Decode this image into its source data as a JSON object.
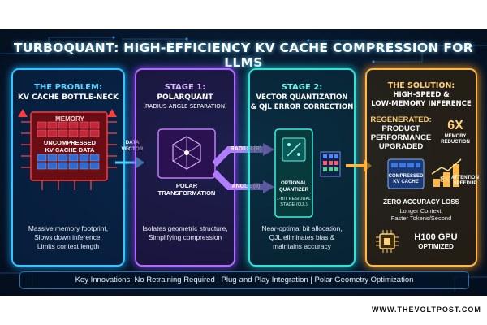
{
  "title": "TURBOQUANT: HIGH-EFFICIENCY KV CACHE COMPRESSION FOR LLMS",
  "panels": {
    "problem": {
      "heading1": "THE PROBLEM:",
      "heading2": "KV CACHE BOTTLE-NECK",
      "memory_label": "MEMORY",
      "cache_label1": "UNCOMPRESSED",
      "cache_label2": "KV CACHE DATA",
      "desc1": "Massive memory footprint,",
      "desc2": "Slows down inference,",
      "desc3": "Limits context length"
    },
    "stage1": {
      "heading1": "STAGE 1:",
      "heading2": "POLARQUANT",
      "heading3": "(RADIUS-ANGLE SEPARATION)",
      "box_label1": "POLAR",
      "box_label2": "TRANSFORMATION",
      "desc1": "Isolates geometric structure,",
      "desc2": "Simplifying compression"
    },
    "stage2": {
      "heading1": "STAGE 2:",
      "heading2": "VECTOR QUANTIZATION",
      "heading3": "& QJL ERROR CORRECTION",
      "box_label1": "OPTIONAL",
      "box_label2": "QUANTIZER",
      "box_sub1": "1-BIT RESIDUAL",
      "box_sub2": "STAGE (QJL)",
      "desc1": "Near-optimal bit allocation,",
      "desc2": "QJL eliminates bias &",
      "desc3": "maintains accuracy"
    },
    "solution": {
      "heading1": "THE SOLUTION:",
      "heading2": "HIGH-SPEED &",
      "heading3": "LOW-MEMORY INFERENCE",
      "regen1": "REGENERATED:",
      "regen2": "PRODUCT",
      "regen3": "PERFORMANCE",
      "regen4": "UPGRADED",
      "mem_value": "6X",
      "mem_label1": "MEMORY",
      "mem_label2": "REDUCTION",
      "speed_value": "8X",
      "speed_label1": "ATTENTION",
      "speed_label2": "SPEEDUP",
      "compressed1": "COMPRESSED",
      "compressed2": "KV CACHE",
      "zero_loss": "ZERO ACCURACY LOSS",
      "longer": "Longer Context,",
      "faster": "Faster Tokens/Second",
      "gpu1": "H100 GPU",
      "gpu2": "OPTIMIZED"
    }
  },
  "flow_labels": {
    "data_vector1": "DATA",
    "data_vector2": "VECTOR",
    "radius": "RADIUS (R)",
    "angle": "ANGLE (θ)"
  },
  "footer": "Key Innovations: No Retraining Required | Plug-and-Play Integration | Polar Geometry Optimization",
  "site": "WWW.THEVOLTPOST.COM",
  "colors": {
    "problem": "#34c6ff",
    "stage1": "#b36bff",
    "stage2": "#2fe3d9",
    "solution": "#ffb84a",
    "alert": "#ff3b3b"
  }
}
